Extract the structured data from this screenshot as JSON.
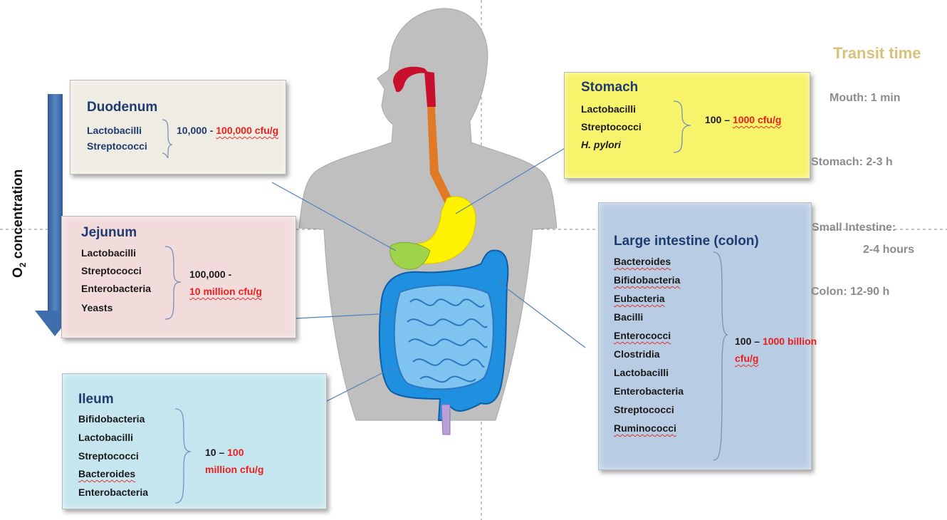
{
  "o2_axis": {
    "label_prefix": "O",
    "label_sub": "2",
    "label_suffix": " concentration"
  },
  "transit": {
    "title": "Transit time",
    "mouth": "Mouth: 1 min",
    "stomach": "Stomach: 2-3 h",
    "small_intestine_line1": "Small Intestine:",
    "small_intestine_line2": "2-4 hours",
    "colon": "Colon: 12-90 h"
  },
  "duodenum": {
    "title": "Duodenum",
    "bacteria": [
      "Lactobacilli",
      "Streptococci"
    ],
    "count_black": "10,000  - ",
    "count_red": "100,000 cfu/g"
  },
  "jejunum": {
    "title": "Jejunum",
    "bacteria": [
      "Lactobacilli",
      "Streptococci",
      "Enterobacteria",
      "Yeasts"
    ],
    "count_black": "100,000 -",
    "count_red": "10 million cfu/g"
  },
  "ileum": {
    "title": "Ileum",
    "bacteria": [
      "Bifidobacteria",
      "Lactobacilli",
      "Streptococci",
      "Bacteroides",
      "Enterobacteria"
    ],
    "count_black": "10 – ",
    "count_red_1": "100",
    "count_red_2": "million cfu/g"
  },
  "stomach": {
    "title": "Stomach",
    "bacteria": [
      "Lactobacilli",
      "Streptococci",
      "H. pylori"
    ],
    "count_black": "100 – ",
    "count_red": "1000 cfu/g"
  },
  "colon": {
    "title": "Large intestine (colon)",
    "bacteria": [
      "Bacteroides",
      "Bifidobacteria",
      "Eubacteria",
      "Bacilli",
      "Enterococci",
      "Clostridia",
      "Lactobacilli",
      "Enterobacteria",
      "Streptococci",
      "Ruminococci"
    ],
    "count_black": "100 – ",
    "count_red_1": "1000 billion",
    "count_red_2": "cfu/g"
  },
  "colors": {
    "duodenum_box": "#eeece3",
    "jejunum_box": "#f2dcdb",
    "ileum_box": "#c5e6ee",
    "stomach_box": "#f7f36a",
    "colon_box": "#b8cce4",
    "o2_arrow": "#3f6ead",
    "body": "#bfbfbf",
    "red_text": "#ee1c1c",
    "title_blue": "#1f3b70"
  }
}
